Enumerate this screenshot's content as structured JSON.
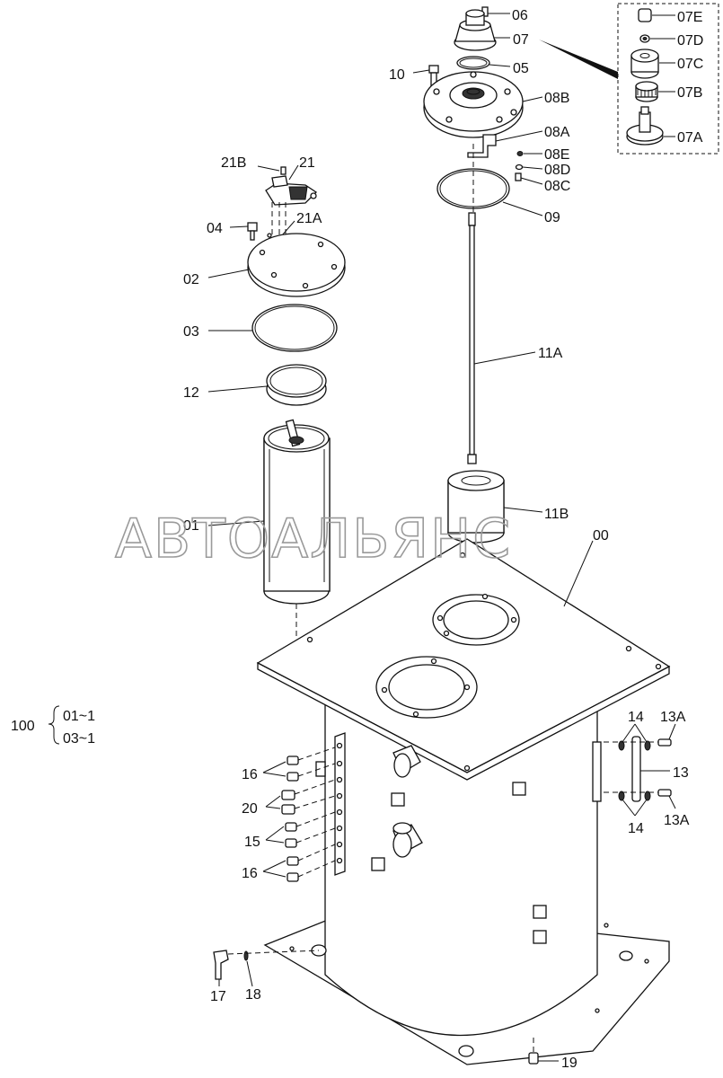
{
  "watermark": "АВТОАЛЬЯНС",
  "labels": {
    "l00": "00",
    "l01": "01",
    "l02": "02",
    "l03": "03",
    "l04": "04",
    "l05": "05",
    "l06": "06",
    "l07": "07",
    "l07A": "07A",
    "l07B": "07B",
    "l07C": "07C",
    "l07D": "07D",
    "l07E": "07E",
    "l08A": "08A",
    "l08B": "08B",
    "l08C": "08C",
    "l08D": "08D",
    "l08E": "08E",
    "l09": "09",
    "l10": "10",
    "l11A": "11A",
    "l11B": "11B",
    "l12": "12",
    "l13": "13",
    "l13A1": "13A",
    "l13A2": "13A",
    "l14a": "14",
    "l14b": "14",
    "l15": "15",
    "l16a": "16",
    "l16b": "16",
    "l17": "17",
    "l18": "18",
    "l19": "19",
    "l20": "20",
    "l21": "21",
    "l21A": "21A",
    "l21B": "21B",
    "l100": "100",
    "l01_1": "01~1",
    "l03_1": "03~1"
  },
  "colors": {
    "line": "#111111",
    "watermark": "#9a9a9a",
    "background": "#ffffff"
  }
}
